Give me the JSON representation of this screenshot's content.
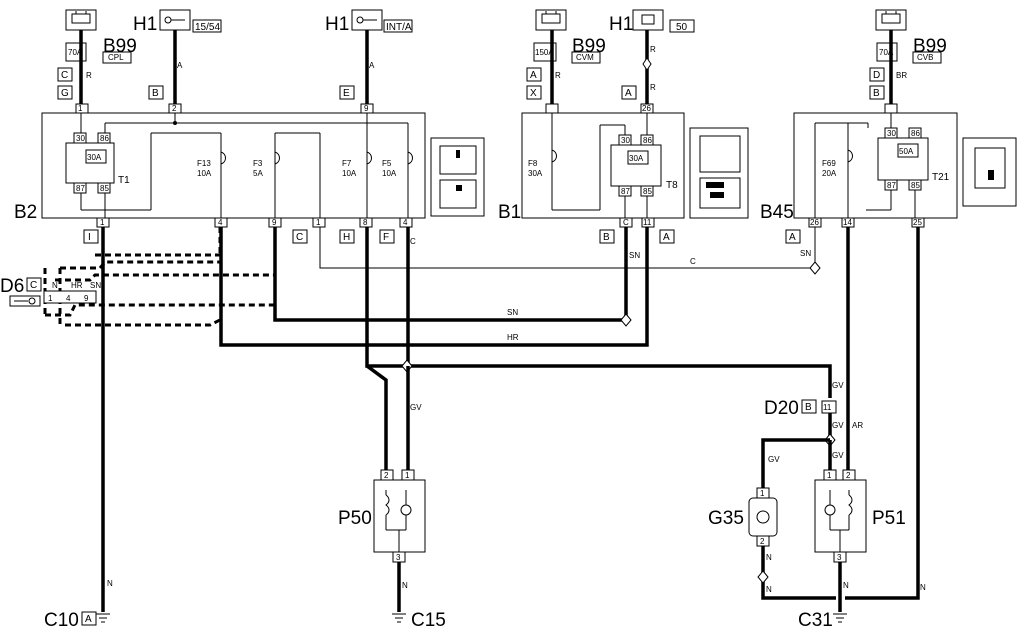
{
  "components": {
    "B2": "B2",
    "B1": "B1",
    "B45": "B45",
    "H1_a": "H1",
    "H1_b": "H1",
    "H1_c": "H1",
    "B99_a": "B99",
    "B99_b": "B99",
    "B99_c": "B99",
    "D6": "D6",
    "D20": "D20",
    "P50": "P50",
    "P51": "P51",
    "G35": "G35",
    "C10": "C10",
    "C15": "C15",
    "C31": "C31",
    "T1": "T1",
    "T8": "T8",
    "T21": "T21"
  },
  "tags": {
    "cpl": "CPL",
    "cvm": "CVM",
    "cvb": "CVB",
    "key_15_54": "15/54",
    "key_int_a": "INT/A",
    "h1_50": "50",
    "c": "C",
    "g": "G",
    "b": "B",
    "e": "E",
    "a": "A",
    "x": "X",
    "d": "D",
    "i": "I",
    "h": "H",
    "f": "F"
  },
  "fuses": {
    "b99_cpl": "70A",
    "b99_cvm": "150A",
    "b99_cvb": "70A",
    "f13": "F13",
    "f13_val": "10A",
    "f3": "F3",
    "f3_val": "5A",
    "f7": "F7",
    "f7_val": "10A",
    "f5": "F5",
    "f5_val": "10A",
    "f8": "F8",
    "f8_val": "30A",
    "f69": "F69",
    "f69_val": "20A"
  },
  "relays": {
    "t1": "30A",
    "t8": "30A",
    "t21": "50A"
  },
  "wire_colors": {
    "r": "R",
    "a": "A",
    "br": "BR",
    "c": "C",
    "sn": "SN",
    "hr": "HR",
    "gv": "GV",
    "ar": "AR",
    "n": "N"
  },
  "pins": {
    "p1": "1",
    "p2": "2",
    "p3": "3",
    "p4": "4",
    "p8": "8",
    "p9": "9",
    "p11": "11",
    "p14": "14",
    "p25": "25",
    "p26": "26",
    "p30": "30",
    "p85": "85",
    "p86": "86",
    "p87": "87"
  },
  "colors": {
    "line": "#000000",
    "background": "#ffffff"
  }
}
